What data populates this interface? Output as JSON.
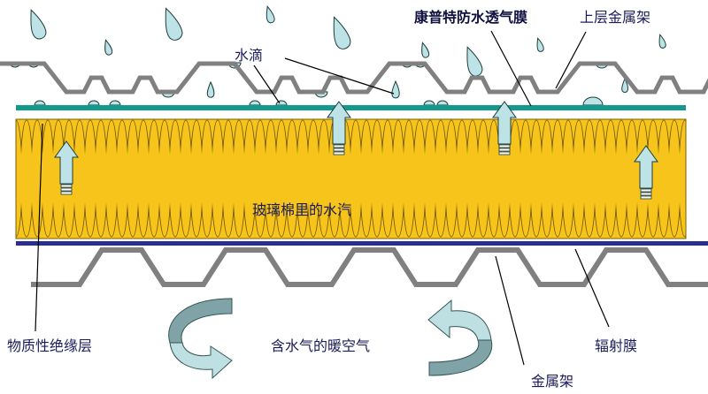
{
  "labels": {
    "membrane": "康普特防水透气膜",
    "upper_frame": "上层金属架",
    "water_drops": "水滴",
    "vapor_in_glasswool": "玻璃棉里的水汽",
    "insulation": "物质性绝缘层",
    "warm_air": "含水气的暖空气",
    "radiant_film": "辐射膜",
    "metal_frame": "金属架"
  },
  "colors": {
    "membrane": "#139a8c",
    "insulation": "#f6c41a",
    "radiant_film": "#2b2f8c",
    "metal": "#808080",
    "water": "#bde3e6",
    "text": "#1c1c5c"
  }
}
